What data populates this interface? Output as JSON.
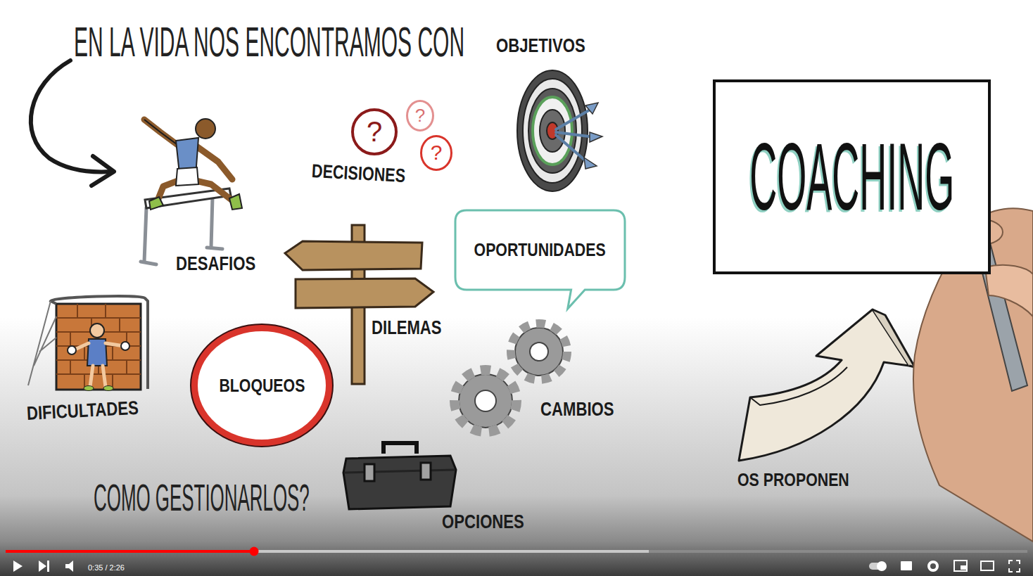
{
  "diagram": {
    "title": "EN LA VIDA NOS ENCONTRAMOS CON",
    "nodes": [
      {
        "text": [
          "?"
        ]
      },
      {
        "text": [
          "?"
        ]
      },
      {
        "text": [
          "?"
        ]
      },
      {
        "text": [
          "COACHING"
        ]
      },
      {
        "text": [
          "OPORTUNIDADES"
        ]
      },
      {
        "text": [
          "BLOQUEOS"
        ]
      }
    ],
    "labels": [
      "OBJETIVOS",
      "DECISIONES",
      "DESAFIOS",
      "DILEMAS",
      "CAMBIOS",
      "DIFICULTADES",
      "COMO GESTIONARLOS?",
      "OS PROPONEN",
      "OPCIONES",
      "0:35 / 2:26"
    ]
  }
}
